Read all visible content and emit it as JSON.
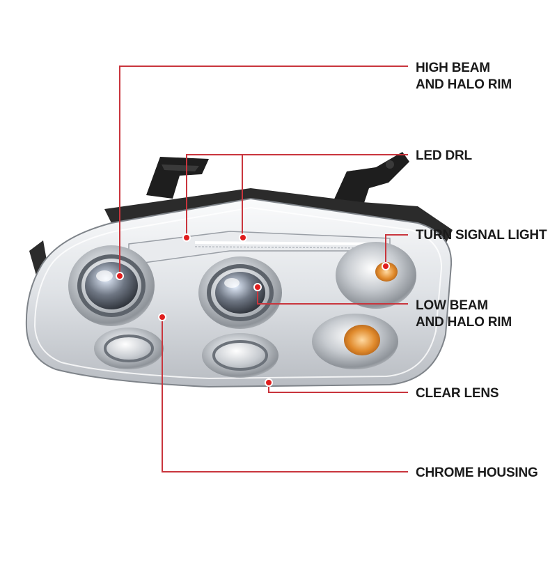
{
  "colors": {
    "callout_line": "#c9353d",
    "callout_dot": "#e01e1e",
    "label_text": "#1a1a1a",
    "chrome_light": "#f4f5f7",
    "chrome_mid": "#c9ccd1",
    "chrome_dark": "#8c9096",
    "bracket_black": "#1e1e1e",
    "amber": "#e08a2c"
  },
  "callouts": [
    {
      "id": "high-beam",
      "lines": [
        "HIGH BEAM",
        "AND HALO RIM"
      ]
    },
    {
      "id": "led-drl",
      "lines": [
        "LED DRL"
      ]
    },
    {
      "id": "turn-signal",
      "lines": [
        "TURN SIGNAL LIGHT"
      ]
    },
    {
      "id": "low-beam",
      "lines": [
        "LOW BEAM",
        "AND HALO RIM"
      ]
    },
    {
      "id": "clear-lens",
      "lines": [
        "CLEAR LENS"
      ]
    },
    {
      "id": "chrome-housing",
      "lines": [
        "CHROME HOUSING"
      ]
    }
  ]
}
